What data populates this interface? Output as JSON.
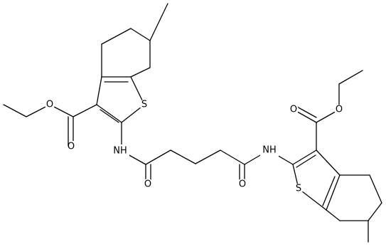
{
  "molecule": {
    "atoms": {
      "o_ester_carbonyl_left": "O",
      "o_ester_ether_left": "O",
      "s_thiophene_left": "S",
      "nh_amide_left": "NH",
      "o_amide_left": "O",
      "o_amide_right": "O",
      "nh_amide_right": "NH",
      "s_thiophene_right": "S",
      "o_ester_carbonyl_right": "O",
      "o_ester_ether_right": "O"
    }
  }
}
